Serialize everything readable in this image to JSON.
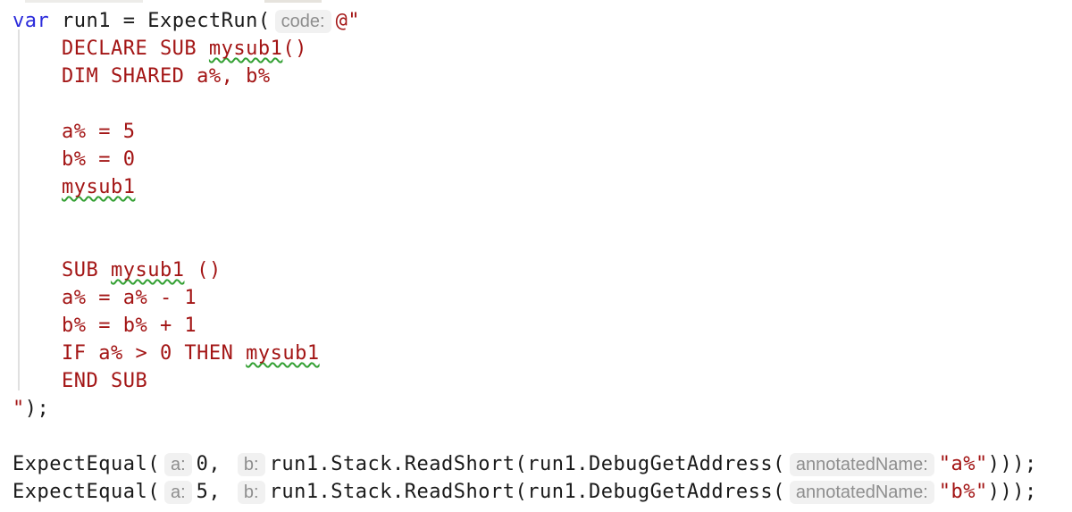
{
  "editor": {
    "background": "#ffffff",
    "colors": {
      "keyword": "#2b2bdb",
      "plain": "#1a1a1a",
      "string": "#a31515",
      "hint_text": "#8e8e8e",
      "hint_bg": "#f1f1f1",
      "indent_guide": "#e0e0e0",
      "typo_squiggle": "#33a033"
    },
    "lines": [
      [
        {
          "k": "kw",
          "t": "var"
        },
        {
          "k": "code",
          "t": " run1 = ExpectRun("
        },
        {
          "k": "hint",
          "t": "code:"
        },
        {
          "k": "str",
          "t": "@\""
        }
      ],
      [
        {
          "k": "str",
          "t": "    DECLARE SUB "
        },
        {
          "k": "strx",
          "t": "mysub1"
        },
        {
          "k": "str",
          "t": "()"
        }
      ],
      [
        {
          "k": "str",
          "t": "    DIM SHARED a%, b%"
        }
      ],
      [],
      [
        {
          "k": "str",
          "t": "    a% = 5"
        }
      ],
      [
        {
          "k": "str",
          "t": "    b% = 0"
        }
      ],
      [
        {
          "k": "str",
          "t": "    "
        },
        {
          "k": "strx",
          "t": "mysub1"
        }
      ],
      [],
      [],
      [
        {
          "k": "str",
          "t": "    SUB "
        },
        {
          "k": "strx",
          "t": "mysub1"
        },
        {
          "k": "str",
          "t": " ()"
        }
      ],
      [
        {
          "k": "str",
          "t": "    a% = a% - 1"
        }
      ],
      [
        {
          "k": "str",
          "t": "    b% = b% + 1"
        }
      ],
      [
        {
          "k": "str",
          "t": "    IF a% > 0 THEN "
        },
        {
          "k": "strx",
          "t": "mysub1"
        }
      ],
      [
        {
          "k": "str",
          "t": "    END SUB"
        }
      ],
      [
        {
          "k": "str",
          "t": "\""
        },
        {
          "k": "code",
          "t": ");"
        }
      ],
      [],
      [
        {
          "k": "code",
          "t": "ExpectEqual("
        },
        {
          "k": "hint",
          "t": "a:"
        },
        {
          "k": "code",
          "t": "0, "
        },
        {
          "k": "hint",
          "t": "b:"
        },
        {
          "k": "code",
          "t": "run1.Stack.ReadShort(run1.DebugGetAddress("
        },
        {
          "k": "hint",
          "t": "annotatedName:"
        },
        {
          "k": "str",
          "t": "\"a%\""
        },
        {
          "k": "code",
          "t": ")));"
        }
      ],
      [
        {
          "k": "code",
          "t": "ExpectEqual("
        },
        {
          "k": "hint",
          "t": "a:"
        },
        {
          "k": "code",
          "t": "5, "
        },
        {
          "k": "hint",
          "t": "b:"
        },
        {
          "k": "code",
          "t": "run1.Stack.ReadShort(run1.DebugGetAddress("
        },
        {
          "k": "hint",
          "t": "annotatedName:"
        },
        {
          "k": "str",
          "t": "\"b%\""
        },
        {
          "k": "code",
          "t": ")));"
        }
      ]
    ]
  }
}
